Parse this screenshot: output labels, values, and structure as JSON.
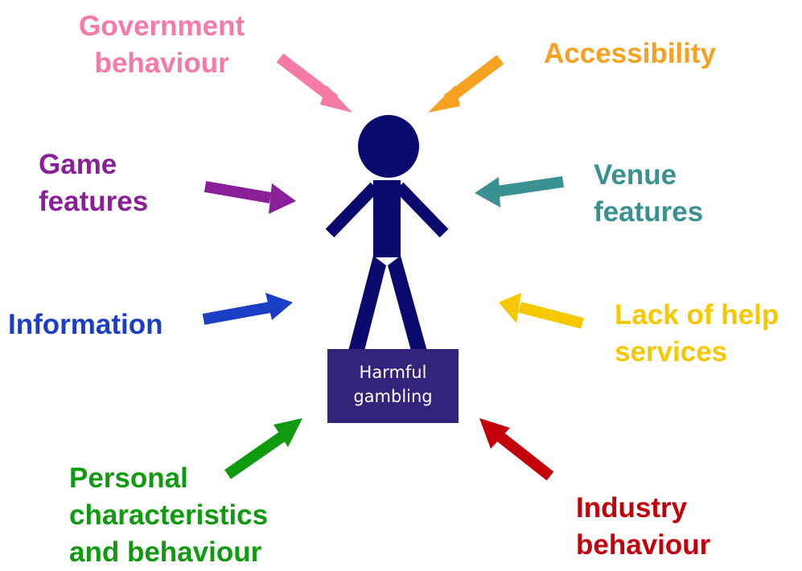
{
  "center_label": {
    "line1": "Harmful",
    "line2": "gambling"
  },
  "factors": {
    "government": {
      "line1": "Government",
      "line2": "behaviour",
      "color": "#f67aa6"
    },
    "accessibility": {
      "line1": "Accessibility",
      "color": "#f6a11f"
    },
    "game": {
      "line1": "Game",
      "line2": "features",
      "color": "#8a1f99"
    },
    "venue": {
      "line1": "Venue",
      "line2": "features",
      "color": "#3a9191"
    },
    "information": {
      "line1": "Information",
      "color": "#1a3fc4"
    },
    "help": {
      "line1": "Lack of help",
      "line2": "services",
      "color": "#f6c800"
    },
    "personal": {
      "line1": "Personal",
      "line2": "characteristics",
      "line3": "and behaviour",
      "color": "#109a10"
    },
    "industry": {
      "line1": "Industry",
      "line2": "behaviour",
      "color": "#c4000a"
    }
  },
  "figure_color": "#0a0a6e"
}
